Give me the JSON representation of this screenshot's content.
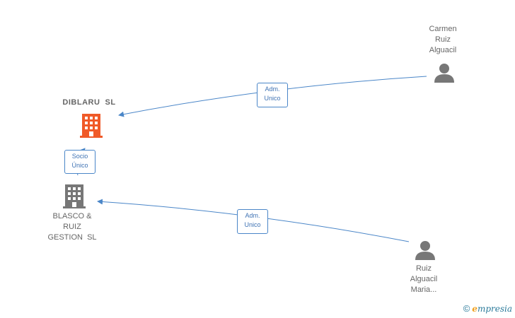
{
  "nodes": {
    "diblaru": {
      "lines": [
        "DIBLARU  SL"
      ],
      "kind": "company",
      "color": "#f05a28"
    },
    "blasco": {
      "lines": [
        "BLASCO &",
        "RUIZ",
        "GESTION  SL"
      ],
      "kind": "company",
      "color": "#777777"
    },
    "carmen": {
      "lines": [
        "Carmen",
        "Ruiz",
        "Alguacil"
      ],
      "kind": "person",
      "color": "#777777"
    },
    "maria": {
      "lines": [
        "Ruiz",
        "Alguacil",
        "Maria..."
      ],
      "kind": "person",
      "color": "#777777"
    }
  },
  "edges": {
    "carmen_diblaru": {
      "lines": [
        "Adm.",
        "Unico"
      ]
    },
    "blasco_diblaru": {
      "lines": [
        "Socio",
        "Único"
      ]
    },
    "maria_blasco": {
      "lines": [
        "Adm.",
        "Unico"
      ]
    }
  },
  "footer": {
    "copyright": "©",
    "brand_first": "e",
    "brand_rest": "mpresia"
  },
  "colors": {
    "edge": "#4a86c8",
    "accent": "#f05a28",
    "node_gray": "#777777"
  }
}
